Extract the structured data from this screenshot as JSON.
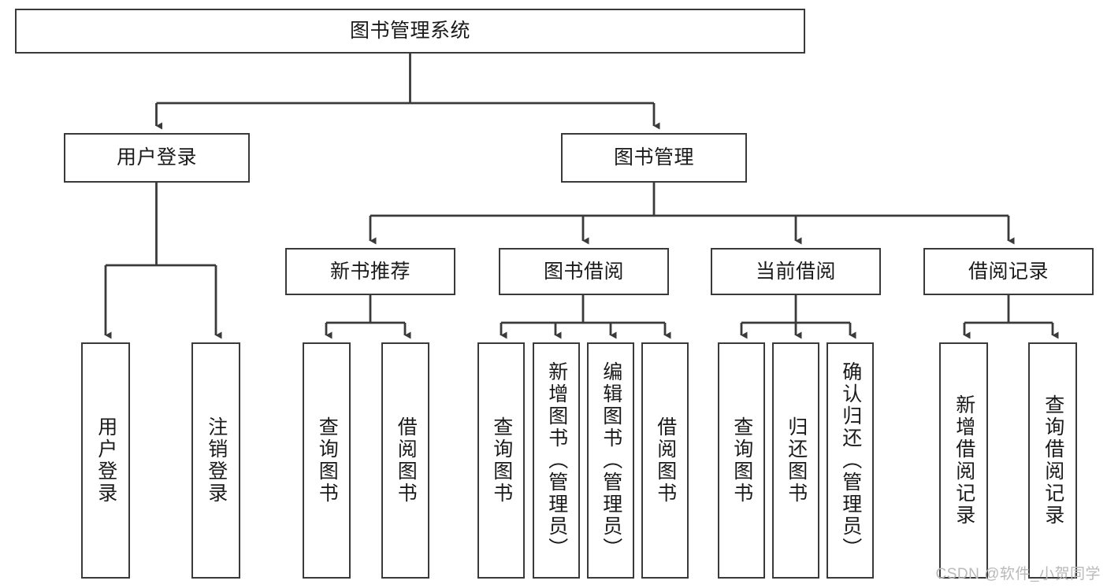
{
  "diagram": {
    "type": "tree-hierarchy-flowchart",
    "title": "图书管理系统",
    "colors": {
      "box_border": "#3a3a3a",
      "box_fill": "#ffffff",
      "edge": "#3a3a3a",
      "text": "#1a1a1a",
      "watermark": "#b9b9b9",
      "background": "#ffffff"
    },
    "nodes": {
      "root": {
        "label": "图书管理系统",
        "orientation": "horizontal"
      },
      "level2": [
        {
          "id": "user-login",
          "label": "用户登录",
          "orientation": "horizontal"
        },
        {
          "id": "book-manage",
          "label": "图书管理",
          "orientation": "horizontal"
        }
      ],
      "level3": [
        {
          "id": "new-book-recommend",
          "label": "新书推荐",
          "orientation": "horizontal"
        },
        {
          "id": "book-borrow",
          "label": "图书借阅",
          "orientation": "horizontal"
        },
        {
          "id": "current-borrow",
          "label": "当前借阅",
          "orientation": "horizontal"
        },
        {
          "id": "borrow-record",
          "label": "借阅记录",
          "orientation": "horizontal"
        }
      ],
      "leaves": {
        "user-login": [
          {
            "id": "leaf-user-login",
            "label": "用户登录",
            "orientation": "vertical"
          },
          {
            "id": "leaf-logout-login",
            "label": "注销登录",
            "orientation": "vertical"
          }
        ],
        "new-book-recommend": [
          {
            "id": "leaf-query-book-1",
            "label": "查询图书",
            "orientation": "vertical"
          },
          {
            "id": "leaf-borrow-book-1",
            "label": "借阅图书",
            "orientation": "vertical"
          }
        ],
        "book-borrow": [
          {
            "id": "leaf-query-book-2",
            "label": "查询图书",
            "orientation": "vertical"
          },
          {
            "id": "leaf-add-book-admin",
            "label": "新增图书（管理员）",
            "orientation": "vertical"
          },
          {
            "id": "leaf-edit-book-admin",
            "label": "编辑图书（管理员）",
            "orientation": "vertical"
          },
          {
            "id": "leaf-borrow-book-2",
            "label": "借阅图书",
            "orientation": "vertical"
          }
        ],
        "current-borrow": [
          {
            "id": "leaf-query-book-3",
            "label": "查询图书",
            "orientation": "vertical"
          },
          {
            "id": "leaf-return-book",
            "label": "归还图书",
            "orientation": "vertical"
          },
          {
            "id": "leaf-confirm-return-admin",
            "label": "确认归还（管理员）",
            "orientation": "vertical"
          }
        ],
        "borrow-record": [
          {
            "id": "leaf-add-borrow-record",
            "label": "新增借阅记录",
            "orientation": "vertical"
          },
          {
            "id": "leaf-query-borrow-record",
            "label": "查询借阅记录",
            "orientation": "vertical"
          }
        ]
      }
    },
    "watermark": "CSDN @软件_小贺同学"
  }
}
